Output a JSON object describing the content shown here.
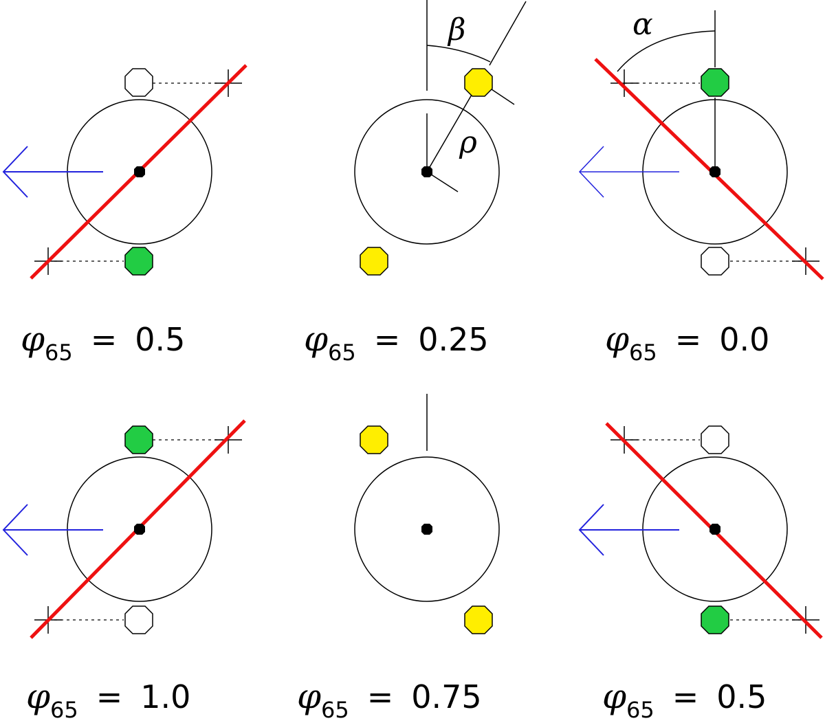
{
  "symbols": {
    "phase": "φ",
    "phase_subscript": "65",
    "equals": "=",
    "beta": "β",
    "rho": "ρ",
    "alpha": "α"
  },
  "panels": [
    {
      "phase_value": "0.5"
    },
    {
      "phase_value": "0.25"
    },
    {
      "phase_value": "0.0"
    },
    {
      "phase_value": "1.0"
    },
    {
      "phase_value": "0.75"
    },
    {
      "phase_value": "0.5"
    }
  ],
  "colors": {
    "red_line": "#ee1111",
    "blue_arrow": "#2222dd",
    "green_marker": "#22cc44",
    "yellow_marker": "#ffee00",
    "outline": "#000000"
  }
}
